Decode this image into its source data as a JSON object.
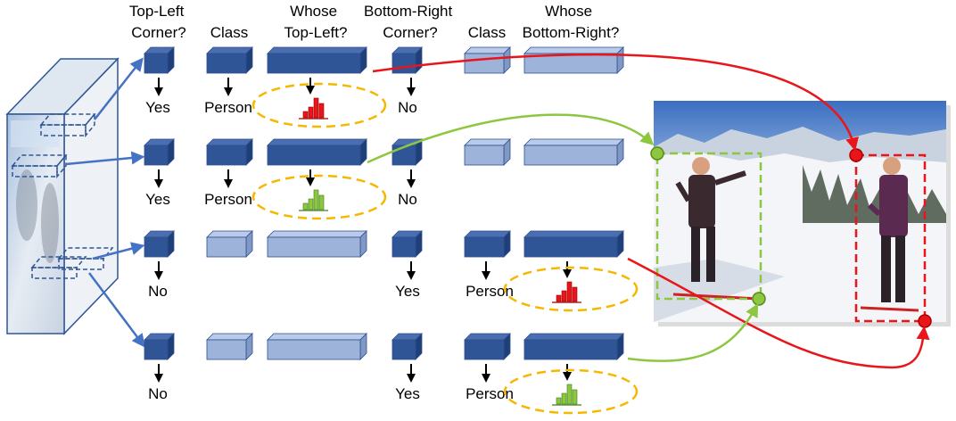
{
  "headers": {
    "top_left_corner": [
      "Top-Left",
      "Corner?"
    ],
    "class_tl": [
      "Class"
    ],
    "whose_top_left": [
      "Whose",
      "Top-Left?"
    ],
    "bottom_right_corner": [
      "Bottom-Right",
      "Corner?"
    ],
    "class_br": [
      "Class"
    ],
    "whose_bottom_right": [
      "Whose",
      "Bottom-Right?"
    ]
  },
  "rows": [
    {
      "tl_answer": "Yes",
      "tl_class": "Person",
      "br_answer": "No",
      "br_class": "",
      "embedding": "top-left",
      "embedding_color": "red"
    },
    {
      "tl_answer": "Yes",
      "tl_class": "Person",
      "br_answer": "No",
      "br_class": "",
      "embedding": "top-left",
      "embedding_color": "green"
    },
    {
      "tl_answer": "No",
      "tl_class": "",
      "br_answer": "Yes",
      "br_class": "Person",
      "embedding": "bottom-right",
      "embedding_color": "red"
    },
    {
      "tl_answer": "No",
      "tl_class": "",
      "br_answer": "Yes",
      "br_class": "Person",
      "embedding": "bottom-right",
      "embedding_color": "green"
    }
  ],
  "colors": {
    "active_block": "#2f5597",
    "inactive_block": "#9db3d9",
    "red": "#e8151a",
    "green": "#8dc63f",
    "ellipse": "#f5b800",
    "feature_map": "#2f5597"
  }
}
